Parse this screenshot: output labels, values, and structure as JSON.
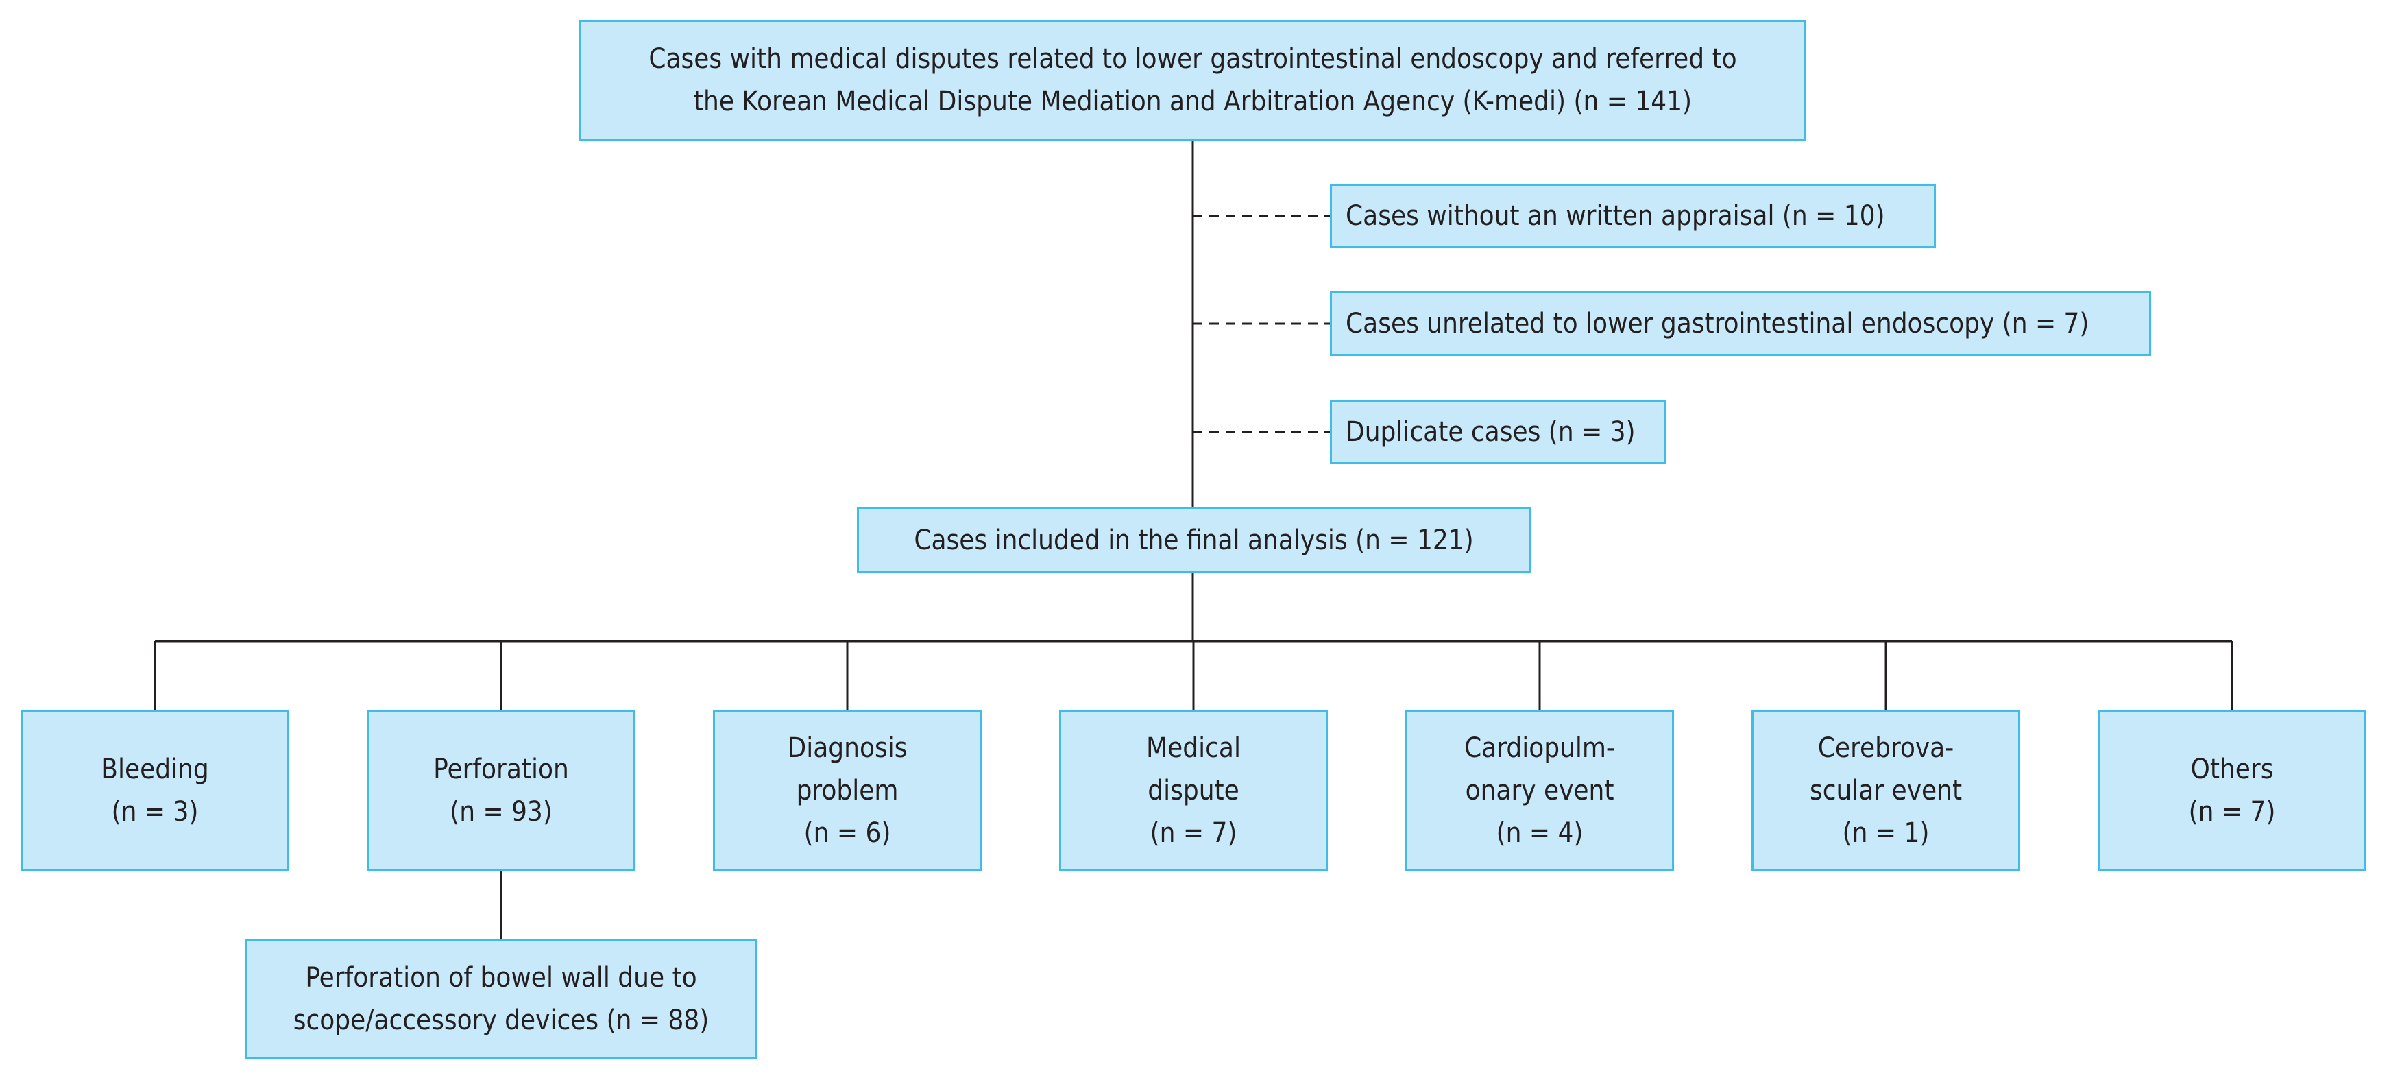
{
  "colors": {
    "box_fill": "#c8e9f9",
    "box_border": "#40bde6",
    "line": "#231f20",
    "text": "#231f20"
  },
  "boxes": {
    "top": {
      "line1": "Cases with medical disputes related to lower gastrointestinal endoscopy and referred to",
      "line2": "the Korean Medical Dispute Mediation and Arbitration Agency (K-medi) (n = 141)"
    },
    "exclusions": [
      {
        "text": "Cases without an written appraisal (n = 10)"
      },
      {
        "text": "Cases unrelated to lower gastrointestinal endoscopy (n = 7)"
      },
      {
        "text": "Duplicate cases (n = 3)"
      }
    ],
    "final": {
      "text": "Cases included in the final analysis (n = 121)"
    },
    "categories": [
      {
        "lines": [
          "Bleeding",
          "(n = 3)"
        ]
      },
      {
        "lines": [
          "Perforation",
          "(n = 93)"
        ]
      },
      {
        "lines": [
          "Diagnosis",
          "problem",
          "(n = 6)"
        ]
      },
      {
        "lines": [
          "Medical",
          "dispute",
          "(n = 7)"
        ]
      },
      {
        "lines": [
          "Cardiopulm-",
          "onary event",
          "(n = 4)"
        ]
      },
      {
        "lines": [
          "Cerebrova-",
          "scular event",
          "(n = 1)"
        ]
      },
      {
        "lines": [
          "Others",
          "(n = 7)"
        ]
      }
    ],
    "sub": {
      "line1": "Perforation of bowel wall due to",
      "line2": "scope/accessory devices (n = 88)"
    }
  }
}
